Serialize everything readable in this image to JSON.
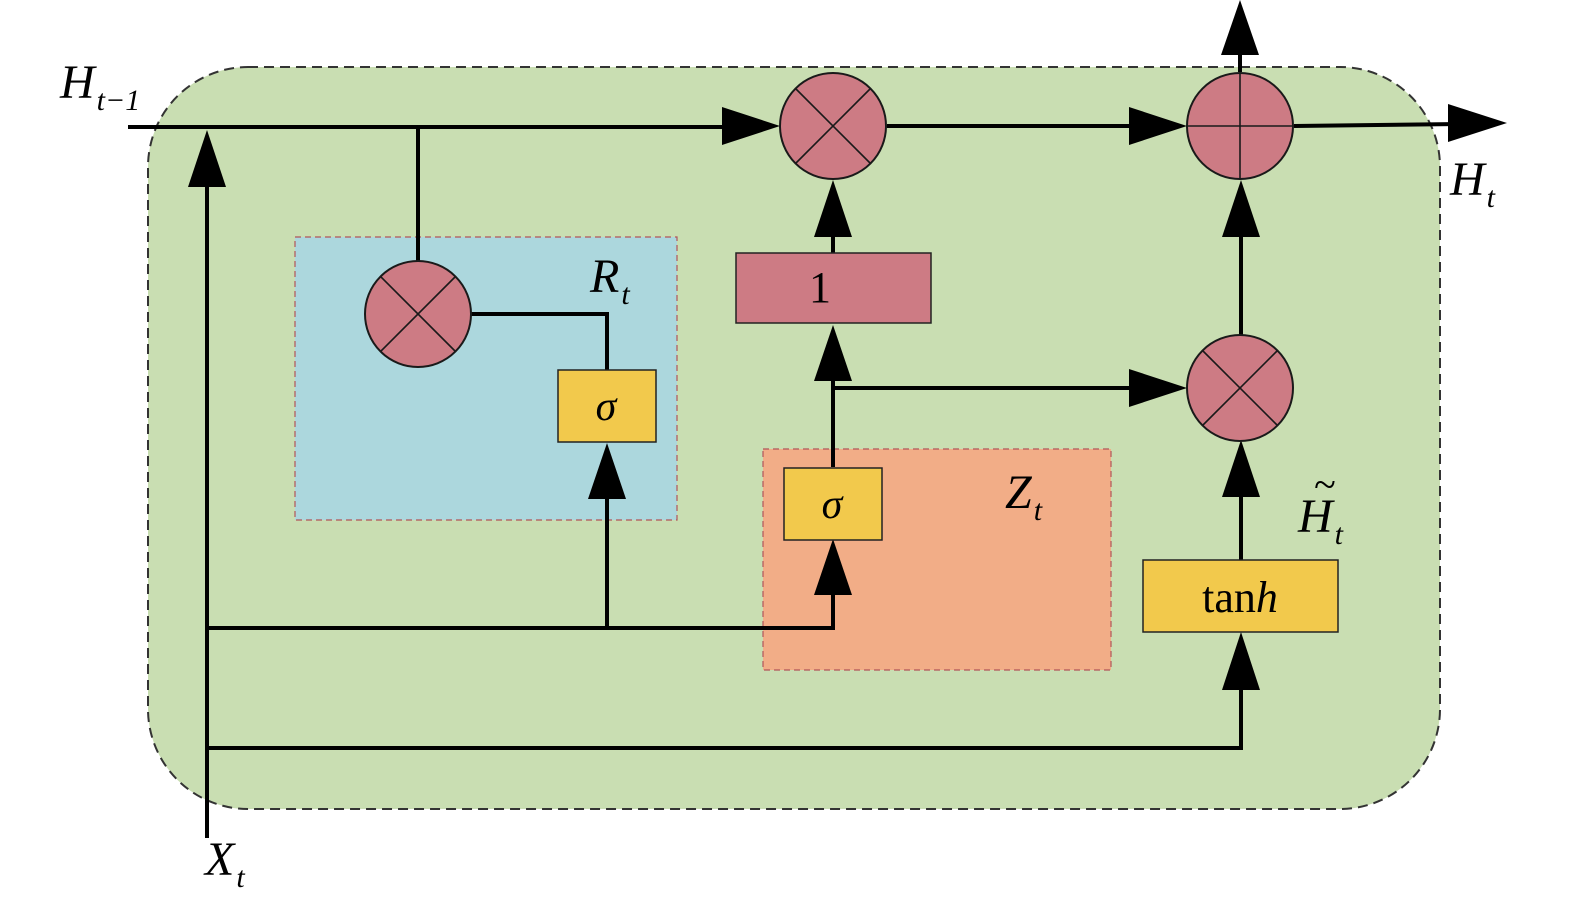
{
  "labels": {
    "h_prev": {
      "main": "H",
      "sub": "t−1"
    },
    "h_out": {
      "main": "H",
      "sub": "t"
    },
    "x_in": {
      "main": "X",
      "sub": "t"
    },
    "reset": {
      "main": "R",
      "sub": "t"
    },
    "update": {
      "main": "Z",
      "sub": "t"
    },
    "candidate": {
      "main": "H",
      "tilde": "~",
      "sub": "t"
    }
  },
  "blocks": {
    "sigma_reset": "σ",
    "sigma_update": "σ",
    "one_minus": "1",
    "tanh_text": "tan",
    "tanh_italic": "h"
  },
  "colors": {
    "cell_bg": "#c9deb2",
    "reset_bg": "#acd7dd",
    "update_bg": "#f2ad87",
    "operator": "#cd7b84",
    "gate": "#f2c94c"
  }
}
